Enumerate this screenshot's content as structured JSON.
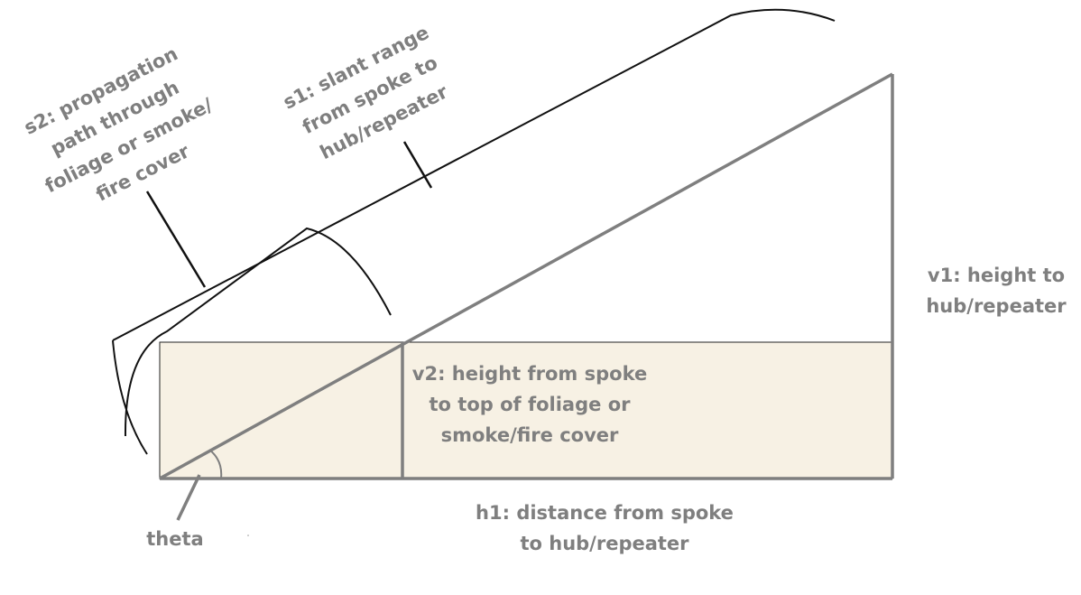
{
  "colors": {
    "background": "#ffffff",
    "cover_fill": "#f7f1e4",
    "label_text": "#7f7f7f",
    "geometry_line": "#7f7f7f",
    "bracket_line": "#111111"
  },
  "labels": {
    "s2": [
      "s2: propagation",
      "path through",
      "foliage or smoke/",
      "fire cover"
    ],
    "s1": [
      "s1: slant range",
      "from spoke to",
      "hub/repeater"
    ],
    "v1": [
      "v1: height to",
      "hub/repeater"
    ],
    "v2": [
      "v2: height from spoke",
      "to top of foliage or",
      "smoke/fire cover"
    ],
    "h1": [
      "h1: distance from spoke",
      "to hub/repeater"
    ],
    "theta": "theta"
  }
}
